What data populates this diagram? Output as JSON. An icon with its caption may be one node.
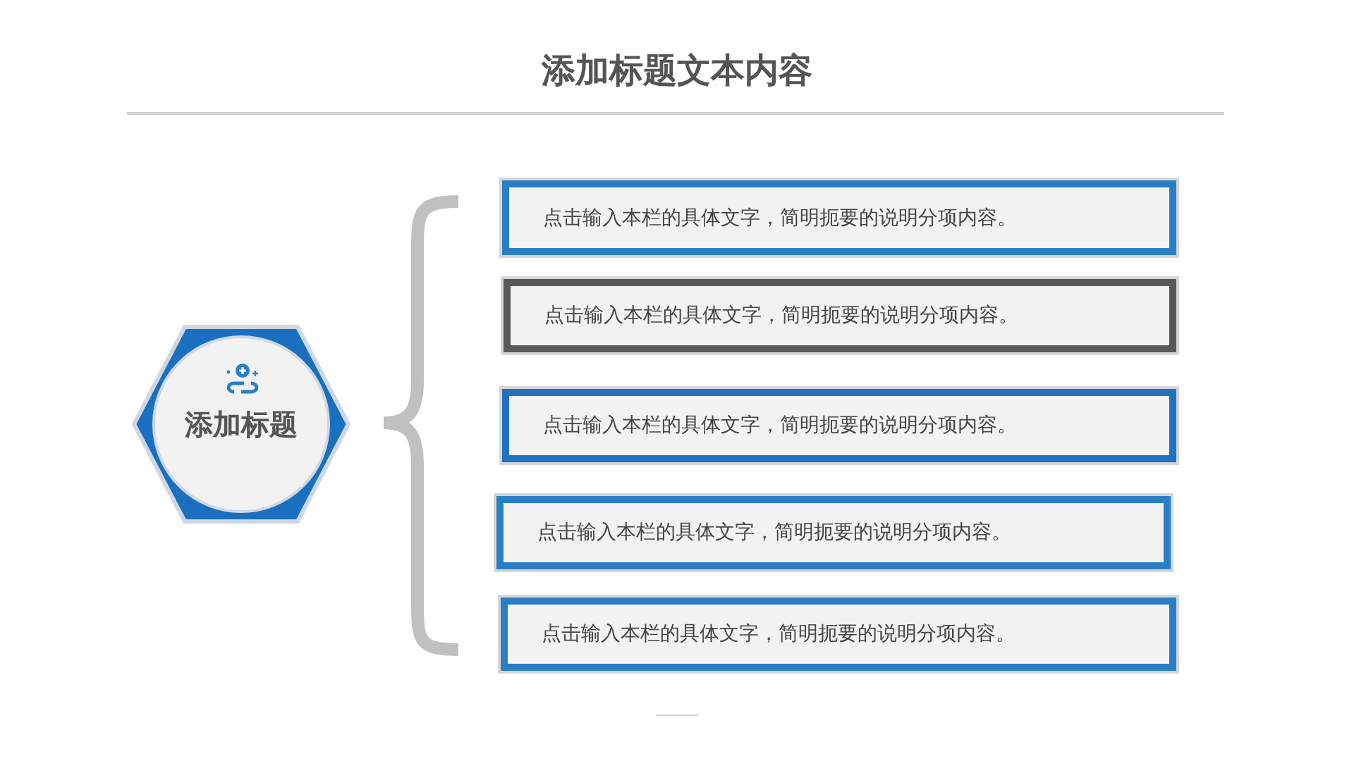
{
  "diagram": {
    "title": "添加标题文本内容",
    "nodes": [
      {
        "text": [
          "添加标题"
        ]
      },
      {
        "text": [
          "点击输入本栏的具体文字，简明扼要的说明分项内容。"
        ]
      },
      {
        "text": [
          "点击输入本栏的具体文字，简明扼要的说明分项内容。"
        ]
      },
      {
        "text": [
          "点击输入本栏的具体文字，简明扼要的说明分项内容。"
        ]
      },
      {
        "text": [
          "点击输入本栏的具体文字，简明扼要的说明分项内容。"
        ]
      },
      {
        "text": [
          "点击输入本栏的具体文字，简明扼要的说明分项内容。"
        ]
      }
    ]
  }
}
